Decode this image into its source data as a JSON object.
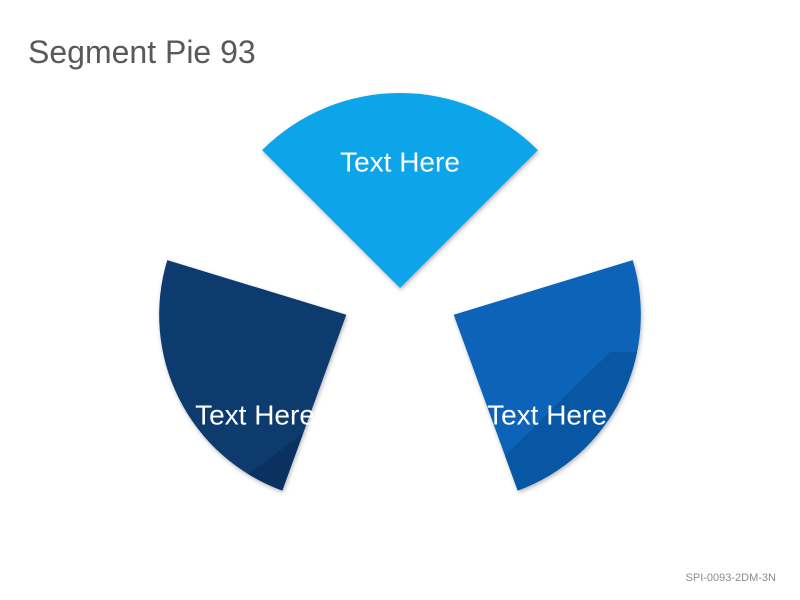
{
  "title": "Segment Pie 93",
  "segments": [
    {
      "label": "Text Here",
      "color": "#0ea5ea",
      "shade": "#0a86c8"
    },
    {
      "label": "Text Here",
      "color": "#0d3a6e",
      "shade": "#0a2a55"
    },
    {
      "label": "Text Here",
      "color": "#0763b8",
      "shade": "#064f95"
    }
  ],
  "footer_code": "SPI-0093-2DM-3N"
}
